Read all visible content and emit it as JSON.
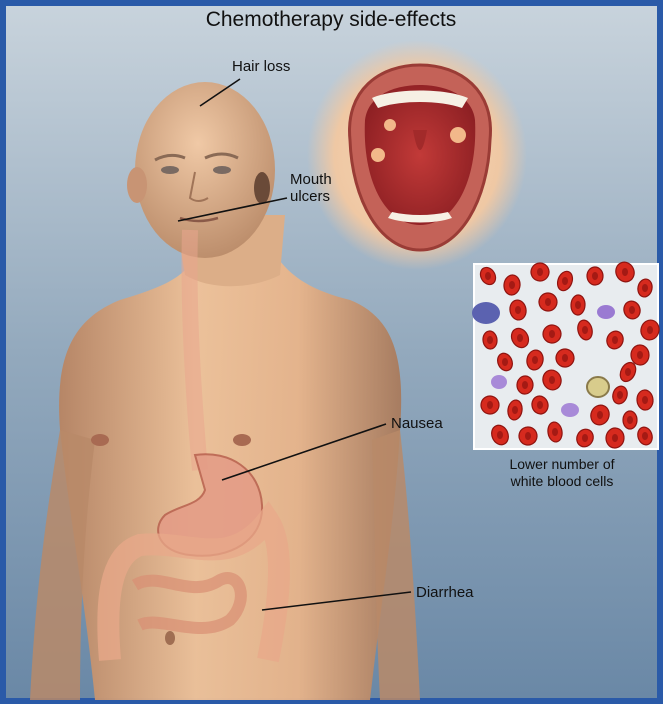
{
  "title": "Chemotherapy side-effects",
  "labels": {
    "hair_loss": "Hair loss",
    "mouth_line1": "Mouth",
    "mouth_line2": "ulcers",
    "nausea": "Nausea",
    "diarrhea": "Diarrhea",
    "blood_line1": "Lower number of",
    "blood_line2": "white blood cells"
  },
  "colors": {
    "border": "#2a5aa8",
    "background_top": "#c4d0da",
    "background_bottom": "#6d8ba8",
    "skin": "#e6b48c",
    "blood_cell": "#d62a1e",
    "white_cell": "#8a6cc8"
  }
}
